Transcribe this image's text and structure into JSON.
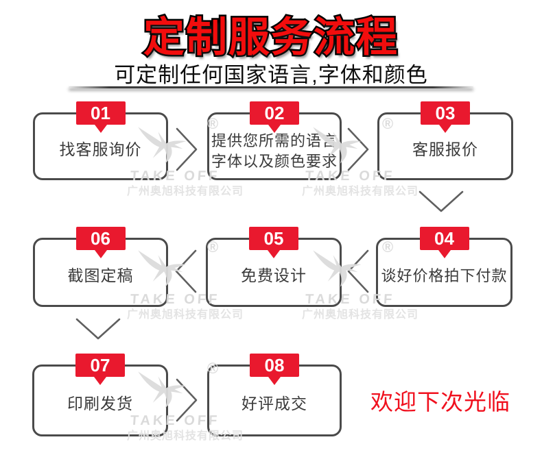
{
  "page": {
    "title": "定制服务流程",
    "subtitle": "可定制任何国家语言,字体和颜色",
    "closing_text": "欢迎下次光临"
  },
  "steps": [
    {
      "number": "01",
      "label": "找客服询价"
    },
    {
      "number": "02",
      "label": "提供您所需的语言\n字体以及颜色要求"
    },
    {
      "number": "03",
      "label": "客服报价"
    },
    {
      "number": "04",
      "label": "谈好价格拍下付款"
    },
    {
      "number": "05",
      "label": "免费设计"
    },
    {
      "number": "06",
      "label": "截图定稿"
    },
    {
      "number": "07",
      "label": "印刷发货"
    },
    {
      "number": "08",
      "label": "好评成交"
    }
  ],
  "watermark": {
    "brand": "TAKE OFF",
    "company": "广州奥旭科技有限公司",
    "registered_mark": "®"
  },
  "colors": {
    "tag_red": "#e9192e",
    "title_red": "#f20d0d",
    "closing_red": "#f0101e",
    "box_border": "#4a4a4a",
    "arrow_gray": "#5f5f5f",
    "watermark_gray": "#dfdfdf"
  }
}
